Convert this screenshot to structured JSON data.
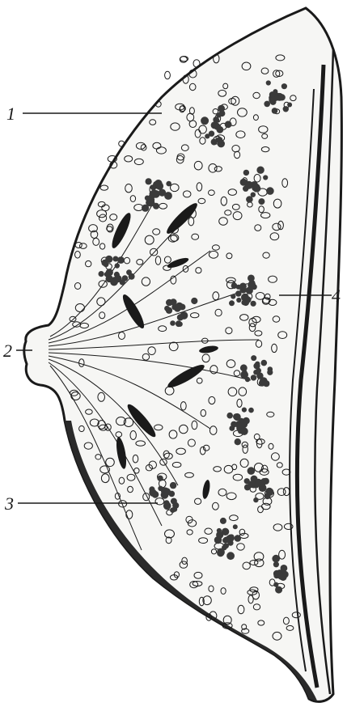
{
  "figure": {
    "callouts": [
      {
        "id": "1",
        "text": "1"
      },
      {
        "id": "2",
        "text": "2"
      },
      {
        "id": "3",
        "text": "3"
      },
      {
        "id": "4",
        "text": "4"
      }
    ]
  },
  "colors": {
    "ink": "#1a1a1a",
    "paper": "#ffffff",
    "tissue": "#f6f6f4",
    "lobule": "#3a3a3a"
  }
}
